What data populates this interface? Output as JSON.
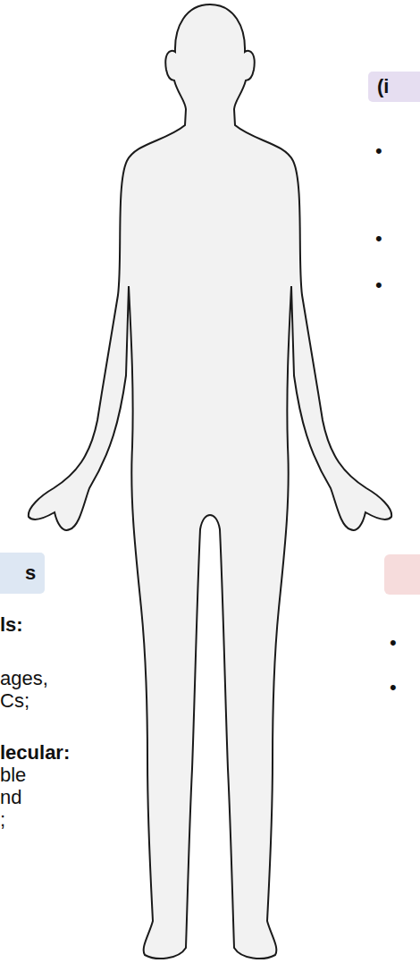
{
  "diagram": {
    "nodes": [
      {
        "text": [
          "(i"
        ]
      },
      {
        "text": [
          "s"
        ]
      }
    ],
    "labels": [
      "•",
      "•",
      "•",
      "ls:",
      "ages,",
      "Cs;",
      "lecular:",
      "ble",
      "nd",
      ";",
      "•",
      "•"
    ]
  }
}
